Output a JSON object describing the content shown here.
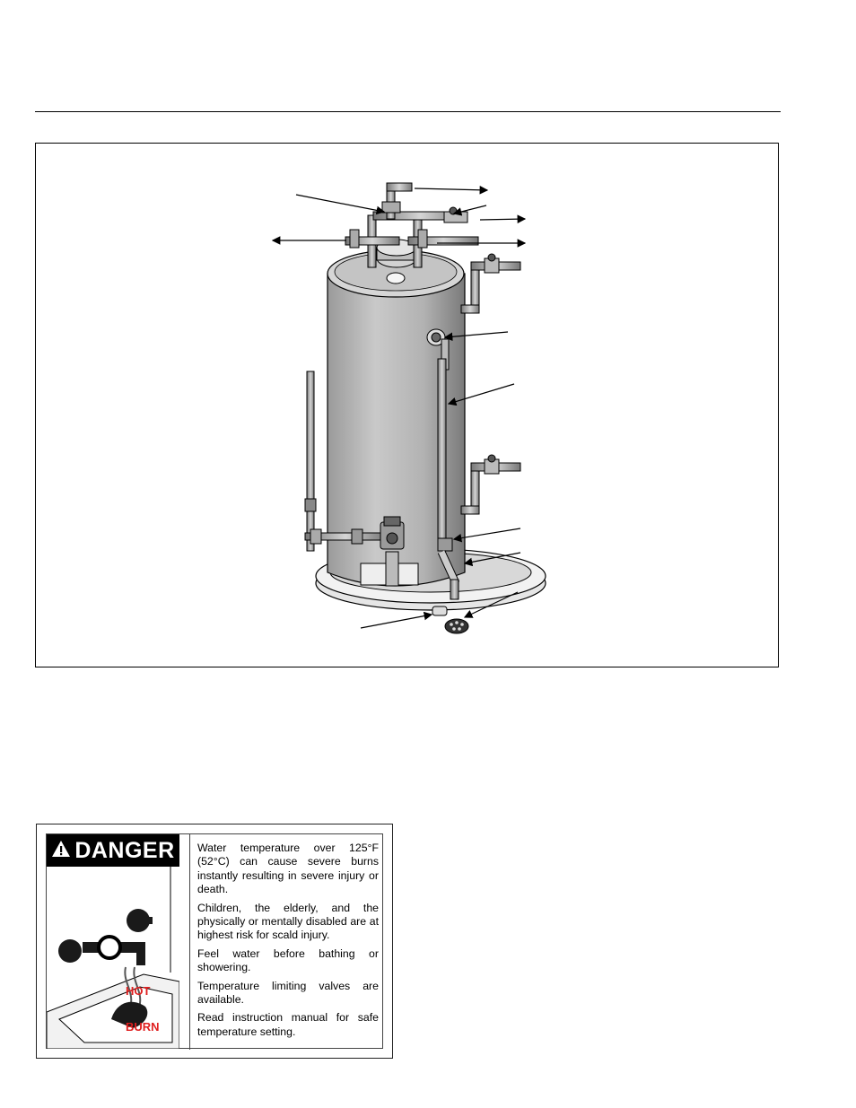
{
  "danger_label": {
    "heading": "DANGER",
    "warning_icon": "warning-triangle-icon",
    "illustration_words": [
      "HOT",
      "BURN"
    ],
    "paragraphs": [
      "Water temperature over 125°F (52°C) can cause severe burns instantly resulting in severe injury or death.",
      "Children, the elderly, and the physically or mentally disabled are at highest risk for scald injury.",
      "Feel water before bathing or showering.",
      "Temperature limiting valves are available.",
      "Read instruction manual for safe temperature setting."
    ],
    "colors": {
      "banner": "#000000",
      "burn_text": "#e02020"
    }
  }
}
